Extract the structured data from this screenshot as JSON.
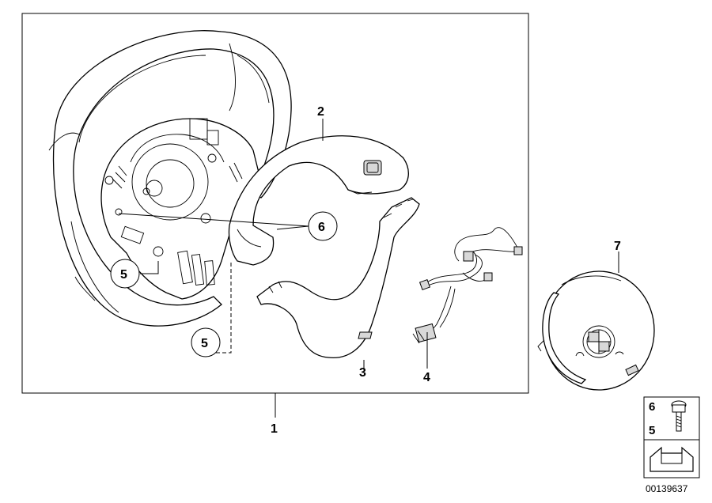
{
  "callouts": {
    "assembly": "1",
    "trim_cover_upper": "2",
    "trim_cover_lower": "3",
    "wiring_harness": "4",
    "screw_left": "5",
    "screw_bottom": "5",
    "screw_ref": "6",
    "airbag_module": "7"
  },
  "legend_box": {
    "label_top": "6",
    "label_bottom": "5"
  },
  "diagram_number": "00139637"
}
